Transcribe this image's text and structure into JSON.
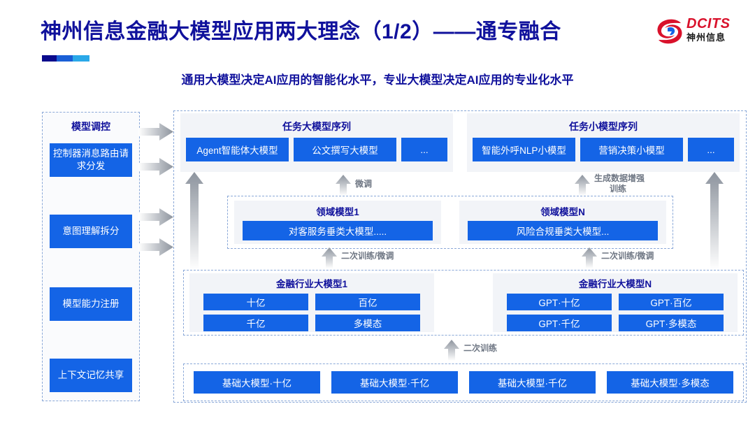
{
  "header": {
    "title": "神州信息金融大模型应用两大理念（1/2）——通专融合",
    "subtitle": "通用大模型决定AI应用的智能化水平，专业大模型决定AI应用的专业化水平",
    "logo_en": "DCITS",
    "logo_cn": "神州信息",
    "brand_red": "#d9112b",
    "brand_blue": "#10119c",
    "chip_blue": "#1464e6"
  },
  "sidebar": {
    "title": "模型调控",
    "items": [
      {
        "label": "控制器消息路由请求分发"
      },
      {
        "label": "意图理解拆分"
      },
      {
        "label": "模型能力注册"
      },
      {
        "label": "上下文记忆共享"
      }
    ]
  },
  "task_panels": [
    {
      "title": "任务大模型序列",
      "chips": [
        "Agent智能体大模型",
        "公文撰写大模型",
        "..."
      ]
    },
    {
      "title": "任务小模型序列",
      "chips": [
        "智能外呼NLP小模型",
        "营销决策小模型",
        "..."
      ]
    }
  ],
  "domain_band": [
    {
      "title": "领域模型1",
      "chip": "对客服务垂类大模型....."
    },
    {
      "title": "领域模型N",
      "chip": "风险合规垂类大模型..."
    }
  ],
  "industry_band": [
    {
      "title": "金融行业大模型1",
      "chips": [
        "十亿",
        "百亿",
        "千亿",
        "多模态"
      ]
    },
    {
      "title": "金融行业大模型N",
      "chips": [
        "GPT·十亿",
        "GPT·百亿",
        "GPT·千亿",
        "GPT·多模态"
      ]
    }
  ],
  "base_band": {
    "chips": [
      "基础大模型·十亿",
      "基础大模型·千亿",
      "基础大模型·千亿",
      "基础大模型·多模态"
    ]
  },
  "arrow_labels": {
    "finetune_left": "微调",
    "gen_data_aug_1": "生成数据增强",
    "gen_data_aug_2": "训练",
    "retrain_finetune_left": "二次训练/微调",
    "retrain_finetune_right": "二次训练/微调",
    "retrain_base": "二次训练"
  }
}
